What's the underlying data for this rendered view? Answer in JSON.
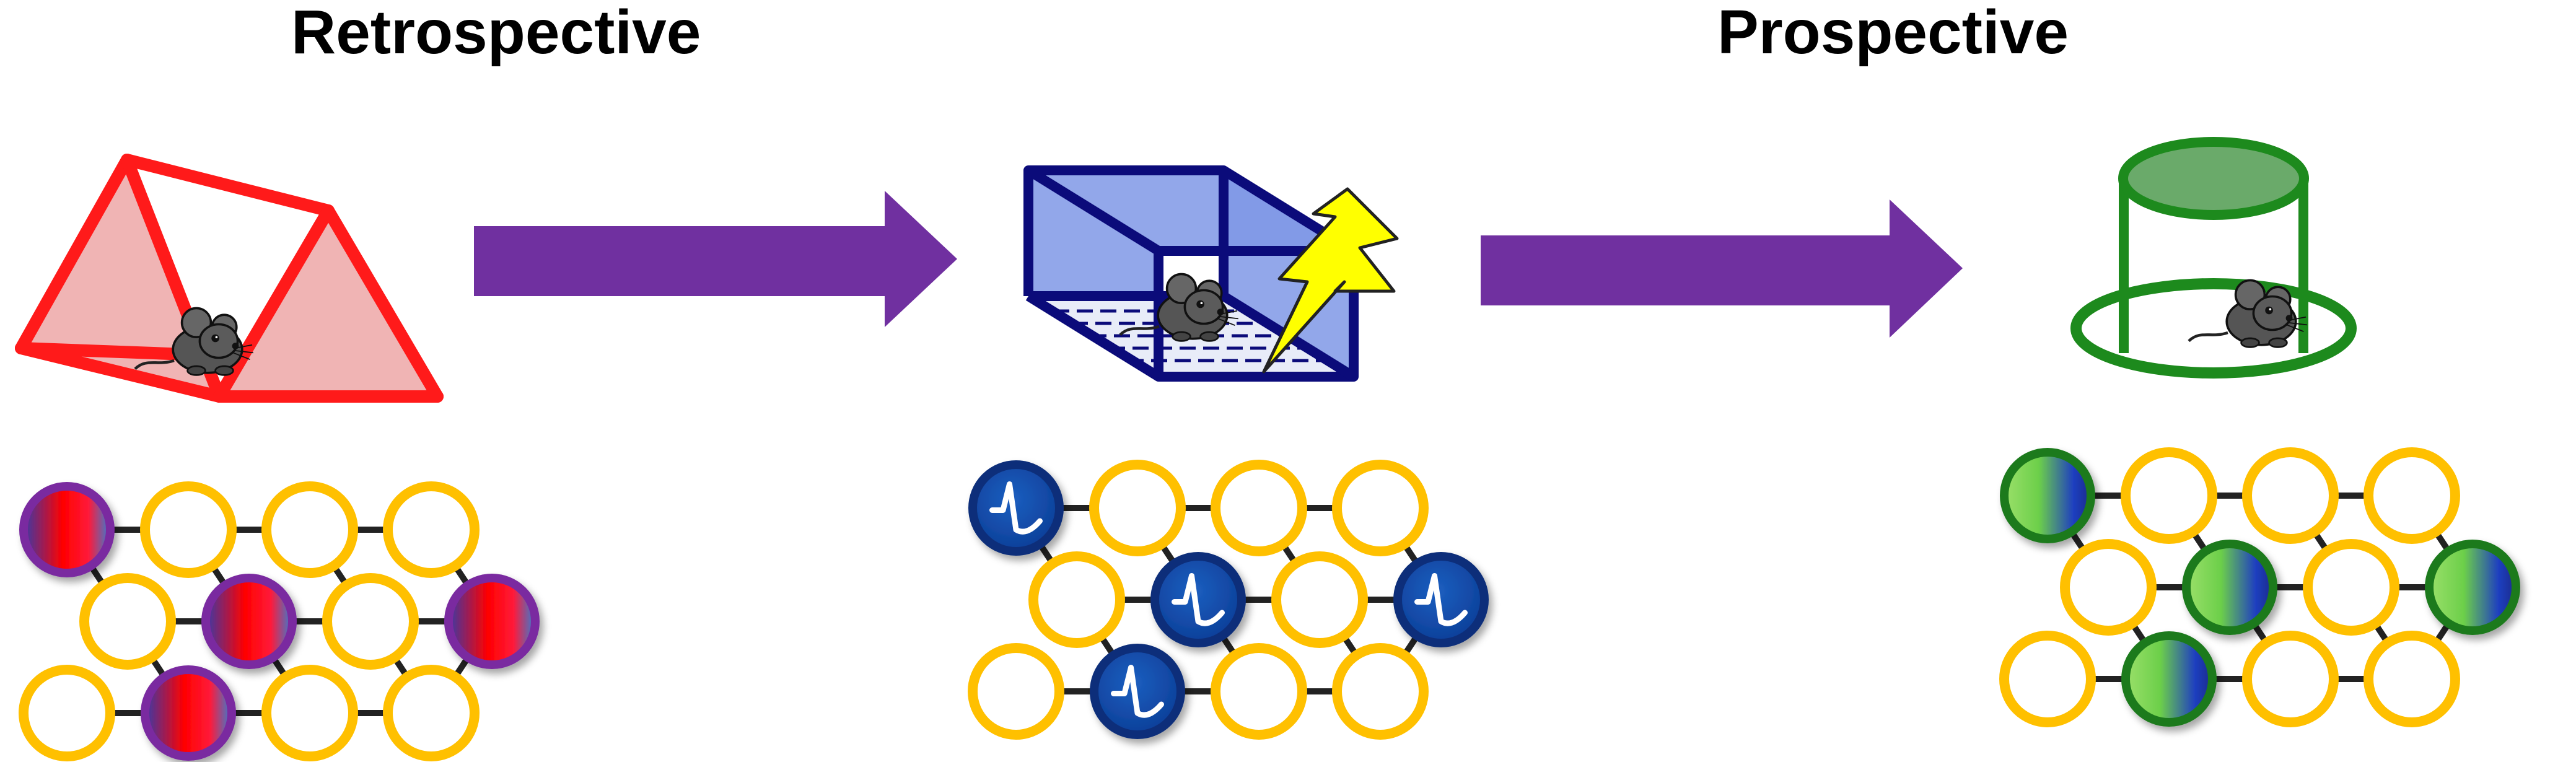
{
  "headings": {
    "retrospective": "Retrospective",
    "prospective": "Prospective"
  },
  "colors": {
    "retro": "#ff1a1a",
    "retro_fill": "#f0b4b4",
    "shock_box": "#0b0b7a",
    "shock_fill": "#7f98e6",
    "prospective": "#1d8a1d",
    "arrow": "#7030a0",
    "neuron_ring": "#ffc000",
    "bolt": "#ffff00"
  },
  "panels": [
    {
      "id": "retrospective",
      "context": "triangular-chamber",
      "active_neurons": [
        "r0c0",
        "r1c1",
        "r1c3",
        "r2c1"
      ],
      "active_style": "red-blue-gradient"
    },
    {
      "id": "shock",
      "context": "shock-box",
      "active_neurons": [
        "r0c0",
        "r1c1",
        "r1c3",
        "r2c1"
      ],
      "active_style": "spiking-blue"
    },
    {
      "id": "prospective",
      "context": "round-arena",
      "active_neurons": [
        "r0c0",
        "r1c1",
        "r1c3",
        "r2c1"
      ],
      "active_style": "green-blue-gradient"
    }
  ],
  "arrows": [
    "arrow-1",
    "arrow-2"
  ]
}
